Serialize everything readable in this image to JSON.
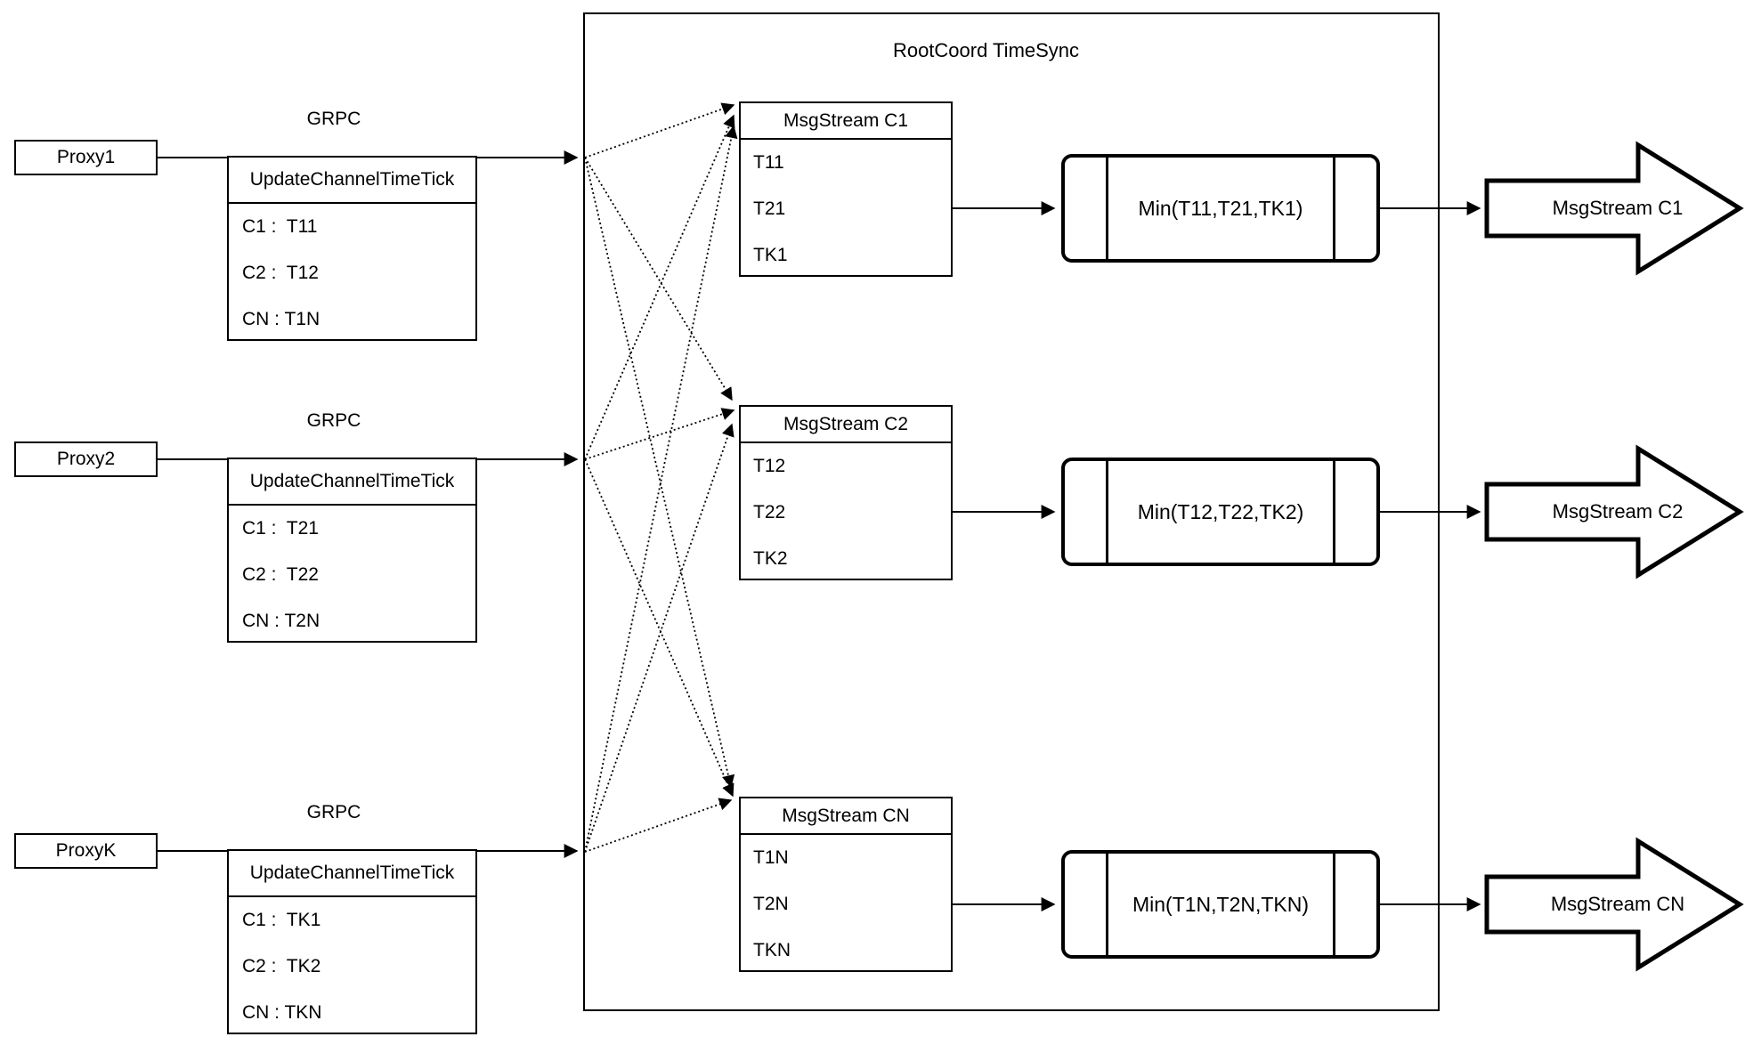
{
  "diagram": {
    "title": "RootCoord TimeSync",
    "colors": {
      "stroke": "#000000",
      "background": "#ffffff"
    },
    "proxies": [
      {
        "name": "Proxy1",
        "grpc_label": "GRPC",
        "table": {
          "header": "UpdateChannelTimeTick",
          "rows": [
            "C1 :  T11",
            "C2 :  T12",
            "CN : T1N"
          ]
        }
      },
      {
        "name": "Proxy2",
        "grpc_label": "GRPC",
        "table": {
          "header": "UpdateChannelTimeTick",
          "rows": [
            "C1 :  T21",
            "C2 :  T22",
            "CN : T2N"
          ]
        }
      },
      {
        "name": "ProxyK",
        "grpc_label": "GRPC",
        "table": {
          "header": "UpdateChannelTimeTick",
          "rows": [
            "C1 :  TK1",
            "C2 :  TK2",
            "CN : TKN"
          ]
        }
      }
    ],
    "streams": [
      {
        "msgstream": {
          "header": "MsgStream C1",
          "rows": [
            "T11",
            "T21",
            "TK1"
          ]
        },
        "min_label": "Min(T11,T21,TK1)",
        "output_label": "MsgStream C1"
      },
      {
        "msgstream": {
          "header": "MsgStream C2",
          "rows": [
            "T12",
            "T22",
            "TK2"
          ]
        },
        "min_label": "Min(T12,T22,TK2)",
        "output_label": "MsgStream C2"
      },
      {
        "msgstream": {
          "header": "MsgStream CN",
          "rows": [
            "T1N",
            "T2N",
            "TKN"
          ]
        },
        "min_label": "Min(T1N,T2N,TKN)",
        "output_label": "MsgStream CN"
      }
    ]
  }
}
